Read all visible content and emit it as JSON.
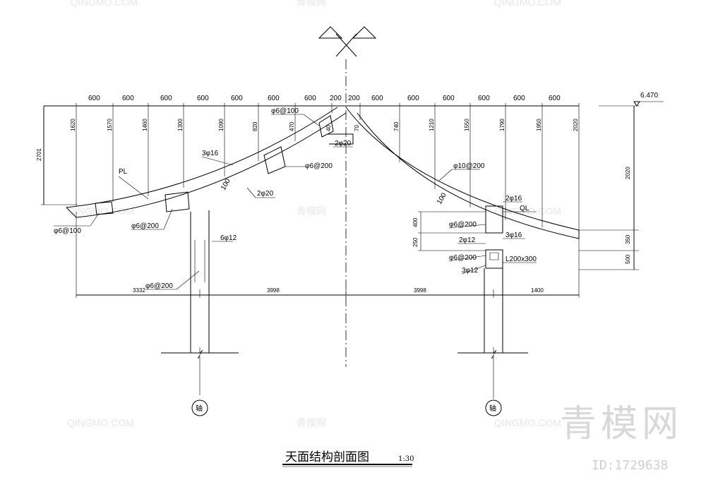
{
  "title": "天面结构剖面图",
  "scale": "1:30",
  "elevation": "6.470",
  "top_dims": [
    "600",
    "600",
    "600",
    "600",
    "600",
    "600",
    "600",
    "200",
    "200",
    "600",
    "600",
    "600",
    "600",
    "600",
    "600"
  ],
  "rafter_heights_left": [
    "1620",
    "1570",
    "1460",
    "1300",
    "1090",
    "820",
    "470",
    "40"
  ],
  "rafter_heights_right": [
    "70",
    "740",
    "1210",
    "1550",
    "1790",
    "1950",
    "2020"
  ],
  "left_height": "2701",
  "right_heights": [
    "2020",
    "350",
    "500"
  ],
  "left_side_dims": [
    "400",
    "250"
  ],
  "bottom_dims": [
    "3332",
    "3998",
    "3998",
    "1400"
  ],
  "labels": {
    "pl": "PL",
    "ql": "QL",
    "l1": "φ6@100",
    "l2": "3φ16",
    "l3": "φ6@200",
    "l4": "2φ20",
    "l5": "φ6@100",
    "l6": "φ6@200",
    "l7": "2φ20",
    "l8": "6φ12",
    "l9": "φ6@200",
    "l10": "φ10@200",
    "l11": "2φ16",
    "l12": "φ6@200",
    "l13": "3φ16",
    "l14": "2φ12",
    "l15": "φ6@200",
    "l16": "3φ12",
    "l17": "L200x300",
    "thk1": "100",
    "thk2": "100"
  },
  "axis_labels": [
    "轴",
    "轴"
  ],
  "watermark": {
    "brand": "青模网",
    "latin": "QINGMO.COM",
    "id": "ID:1729638"
  }
}
